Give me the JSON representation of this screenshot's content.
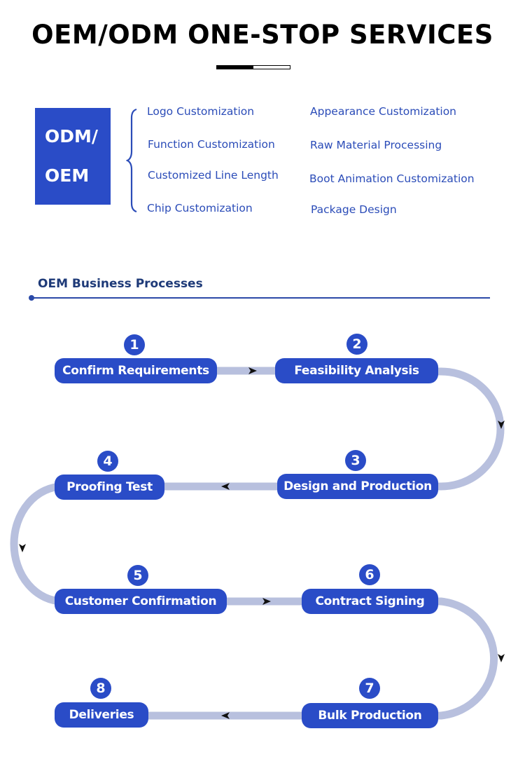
{
  "header": {
    "title": "OEM/ODM ONE-STOP SERVICES"
  },
  "services": {
    "box_line1": "ODM/",
    "box_line2": "OEM",
    "left_column": [
      "Logo Customization",
      "Function Customization",
      "Customized Line Length",
      "Chip Customization"
    ],
    "right_column": [
      "Appearance Customization",
      "Raw Material Processing",
      "Boot Animation Customization",
      "Package Design"
    ]
  },
  "process": {
    "section_title": "OEM Business Processes",
    "steps": [
      {
        "number": "1",
        "label": "Confirm Requirements"
      },
      {
        "number": "2",
        "label": "Feasibility Analysis"
      },
      {
        "number": "3",
        "label": "Design and Production"
      },
      {
        "number": "4",
        "label": "Proofing Test"
      },
      {
        "number": "5",
        "label": "Customer Confirmation"
      },
      {
        "number": "6",
        "label": "Contract Signing"
      },
      {
        "number": "7",
        "label": "Bulk Production"
      },
      {
        "number": "8",
        "label": "Deliveries"
      }
    ]
  },
  "colors": {
    "primary": "#2a4cc7",
    "connector": "#b8c0de",
    "heading": "#1e3a78",
    "service_text": "#2b4cb8"
  }
}
